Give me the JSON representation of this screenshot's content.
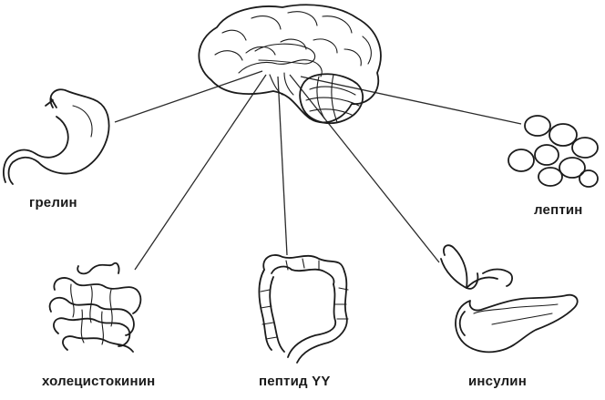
{
  "labels": {
    "ghrelin": "грелин",
    "leptin": "лептин",
    "cholecystokinin": "холецистокинин",
    "peptide_yy": "пептид YY",
    "insulin": "инсулин"
  }
}
